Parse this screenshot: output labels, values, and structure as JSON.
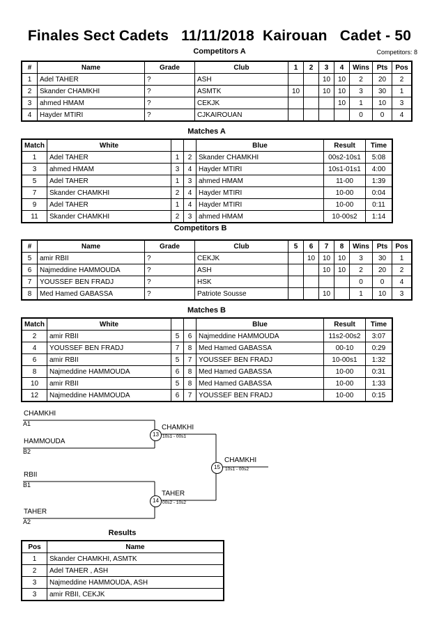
{
  "header": {
    "title": "Finales Sect Cadets   11/11/2018  Kairouan   Cadet - 50",
    "competitors_label": "Competitors: 8"
  },
  "sections": {
    "competitors_a": "Competitors A",
    "matches_a": "Matches A",
    "competitors_b": "Competitors B",
    "matches_b": "Matches B",
    "results": "Results"
  },
  "competitors_table": {
    "headers": [
      "#",
      "Name",
      "Grade",
      "Club",
      "Wins",
      "Pts",
      "Pos"
    ],
    "pool_a": {
      "score_headers": [
        "1",
        "2",
        "3",
        "4"
      ],
      "rows": [
        {
          "num": "1",
          "name": "Adel TAHER",
          "grade": "?",
          "club": "ASH",
          "scores": [
            "",
            "",
            "10",
            "10"
          ],
          "wins": "2",
          "pts": "20",
          "pos": "2"
        },
        {
          "num": "2",
          "name": "Skander CHAMKHI",
          "grade": "?",
          "club": "ASMTK",
          "scores": [
            "10",
            "",
            "10",
            "10"
          ],
          "wins": "3",
          "pts": "30",
          "pos": "1"
        },
        {
          "num": "3",
          "name": "ahmed HMAM",
          "grade": "?",
          "club": "CEKJK",
          "scores": [
            "",
            "",
            "",
            "10"
          ],
          "wins": "1",
          "pts": "10",
          "pos": "3"
        },
        {
          "num": "4",
          "name": "Hayder MTIRI",
          "grade": "?",
          "club": "CJKAIROUAN",
          "scores": [
            "",
            "",
            "",
            ""
          ],
          "wins": "0",
          "pts": "0",
          "pos": "4"
        }
      ]
    },
    "pool_b": {
      "score_headers": [
        "5",
        "6",
        "7",
        "8"
      ],
      "rows": [
        {
          "num": "5",
          "name": "amir RBII",
          "grade": "?",
          "club": "CEKJK",
          "scores": [
            "",
            "10",
            "10",
            "10"
          ],
          "wins": "3",
          "pts": "30",
          "pos": "1"
        },
        {
          "num": "6",
          "name": "Najmeddine HAMMOUDA",
          "grade": "?",
          "club": "ASH",
          "scores": [
            "",
            "",
            "10",
            "10"
          ],
          "wins": "2",
          "pts": "20",
          "pos": "2"
        },
        {
          "num": "7",
          "name": "YOUSSEF BEN FRADJ",
          "grade": "?",
          "club": "HSK",
          "scores": [
            "",
            "",
            "",
            ""
          ],
          "wins": "0",
          "pts": "0",
          "pos": "4"
        },
        {
          "num": "8",
          "name": "Med Hamed GABASSA",
          "grade": "?",
          "club": "Patriote Sousse",
          "scores": [
            "",
            "",
            "10",
            ""
          ],
          "wins": "1",
          "pts": "10",
          "pos": "3"
        }
      ]
    }
  },
  "matches_table": {
    "headers": [
      "Match",
      "White",
      "Blue",
      "Result",
      "Time"
    ],
    "pool_a": [
      {
        "match": "1",
        "white": "Adel TAHER",
        "white_seed": "1",
        "blue_seed": "2",
        "blue": "Skander CHAMKHI",
        "result": "00s2-10s1",
        "time": "5:08"
      },
      {
        "match": "3",
        "white": "ahmed HMAM",
        "white_seed": "3",
        "blue_seed": "4",
        "blue": "Hayder MTIRI",
        "result": "10s1-01s1",
        "time": "4:00"
      },
      {
        "match": "5",
        "white": "Adel TAHER",
        "white_seed": "1",
        "blue_seed": "3",
        "blue": "ahmed HMAM",
        "result": "11-00",
        "time": "1:39"
      },
      {
        "match": "7",
        "white": "Skander CHAMKHI",
        "white_seed": "2",
        "blue_seed": "4",
        "blue": "Hayder MTIRI",
        "result": "10-00",
        "time": "0:04"
      },
      {
        "match": "9",
        "white": "Adel TAHER",
        "white_seed": "1",
        "blue_seed": "4",
        "blue": "Hayder MTIRI",
        "result": "10-00",
        "time": "0:11"
      },
      {
        "match": "11",
        "white": "Skander CHAMKHI",
        "white_seed": "2",
        "blue_seed": "3",
        "blue": "ahmed HMAM",
        "result": "10-00s2",
        "time": "1:14"
      }
    ],
    "pool_b": [
      {
        "match": "2",
        "white": "amir RBII",
        "white_seed": "5",
        "blue_seed": "6",
        "blue": "Najmeddine HAMMOUDA",
        "result": "11s2-00s2",
        "time": "3:07"
      },
      {
        "match": "4",
        "white": "YOUSSEF BEN FRADJ",
        "white_seed": "7",
        "blue_seed": "8",
        "blue": "Med Hamed GABASSA",
        "result": "00-10",
        "time": "0:29"
      },
      {
        "match": "6",
        "white": "amir RBII",
        "white_seed": "5",
        "blue_seed": "7",
        "blue": "YOUSSEF BEN FRADJ",
        "result": "10-00s1",
        "time": "1:32"
      },
      {
        "match": "8",
        "white": "Najmeddine HAMMOUDA",
        "white_seed": "6",
        "blue_seed": "8",
        "blue": "Med Hamed GABASSA",
        "result": "10-00",
        "time": "0:31"
      },
      {
        "match": "10",
        "white": "amir RBII",
        "white_seed": "5",
        "blue_seed": "8",
        "blue": "Med Hamed GABASSA",
        "result": "10-00",
        "time": "1:33"
      },
      {
        "match": "12",
        "white": "Najmeddine HAMMOUDA",
        "white_seed": "6",
        "blue_seed": "7",
        "blue": "YOUSSEF BEN FRADJ",
        "result": "10-00",
        "time": "0:15"
      }
    ]
  },
  "bracket": {
    "entrants": [
      {
        "name": "CHAMKHI",
        "seed": "A1"
      },
      {
        "name": "HAMMOUDA",
        "seed": "B2"
      },
      {
        "name": "RBII",
        "seed": "B1"
      },
      {
        "name": "TAHER",
        "seed": "A2"
      }
    ],
    "nodes": [
      {
        "number": "13",
        "winner": "CHAMKHI",
        "score": "10s1 - 00s1"
      },
      {
        "number": "14",
        "winner": "TAHER",
        "score": "00s2 - 10s2"
      },
      {
        "number": "15",
        "winner": "CHAMKHI",
        "score": "10s1 - 00s2"
      }
    ]
  },
  "results_table": {
    "headers": [
      "Pos",
      "Name"
    ],
    "rows": [
      {
        "pos": "1",
        "name": "Skander CHAMKHI, ASMTK"
      },
      {
        "pos": "2",
        "name": "Adel TAHER , ASH"
      },
      {
        "pos": "3",
        "name": "Najmeddine HAMMOUDA, ASH"
      },
      {
        "pos": "3",
        "name": "amir RBII, CEKJK"
      }
    ]
  }
}
